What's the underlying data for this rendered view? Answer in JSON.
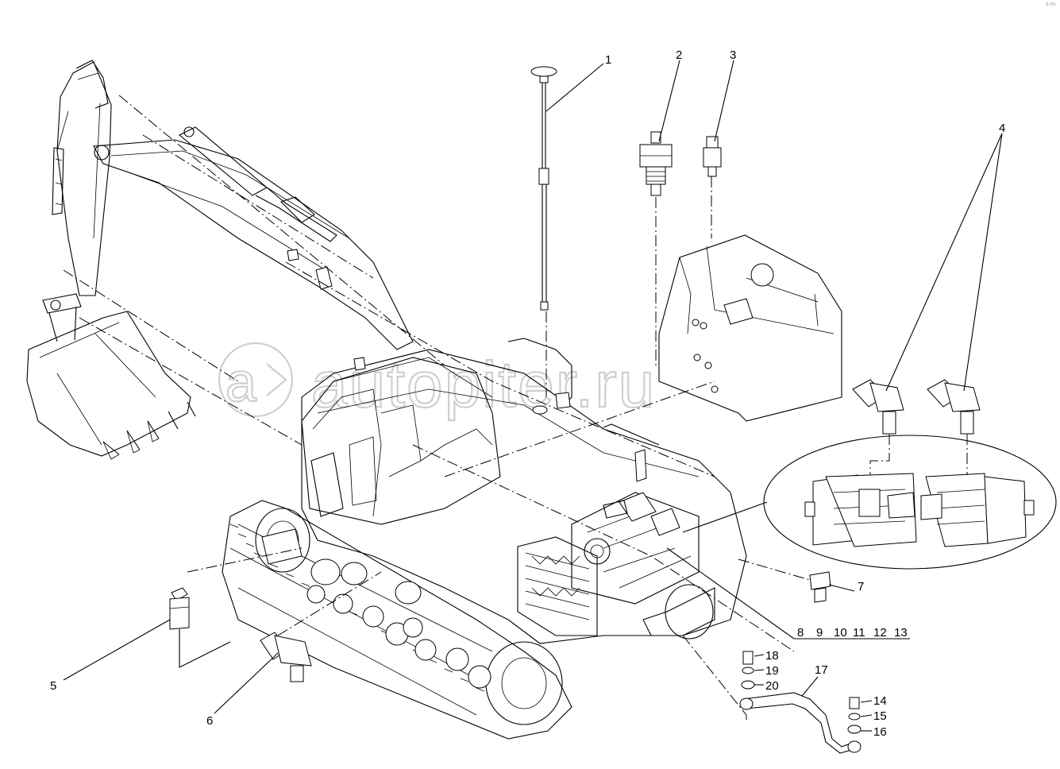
{
  "watermark": "autopiter.ru",
  "corner_mark": "s·ru",
  "callouts": {
    "c1": "1",
    "c2": "2",
    "c3": "3",
    "c4": "4",
    "c5": "5",
    "c6": "6",
    "c7": "7",
    "c8": "8",
    "c9": "9",
    "c10": "10",
    "c11": "11",
    "c12": "12",
    "c13": "13",
    "c14": "14",
    "c15": "15",
    "c16": "16",
    "c17": "17",
    "c18": "18",
    "c19": "19",
    "c20": "20"
  }
}
